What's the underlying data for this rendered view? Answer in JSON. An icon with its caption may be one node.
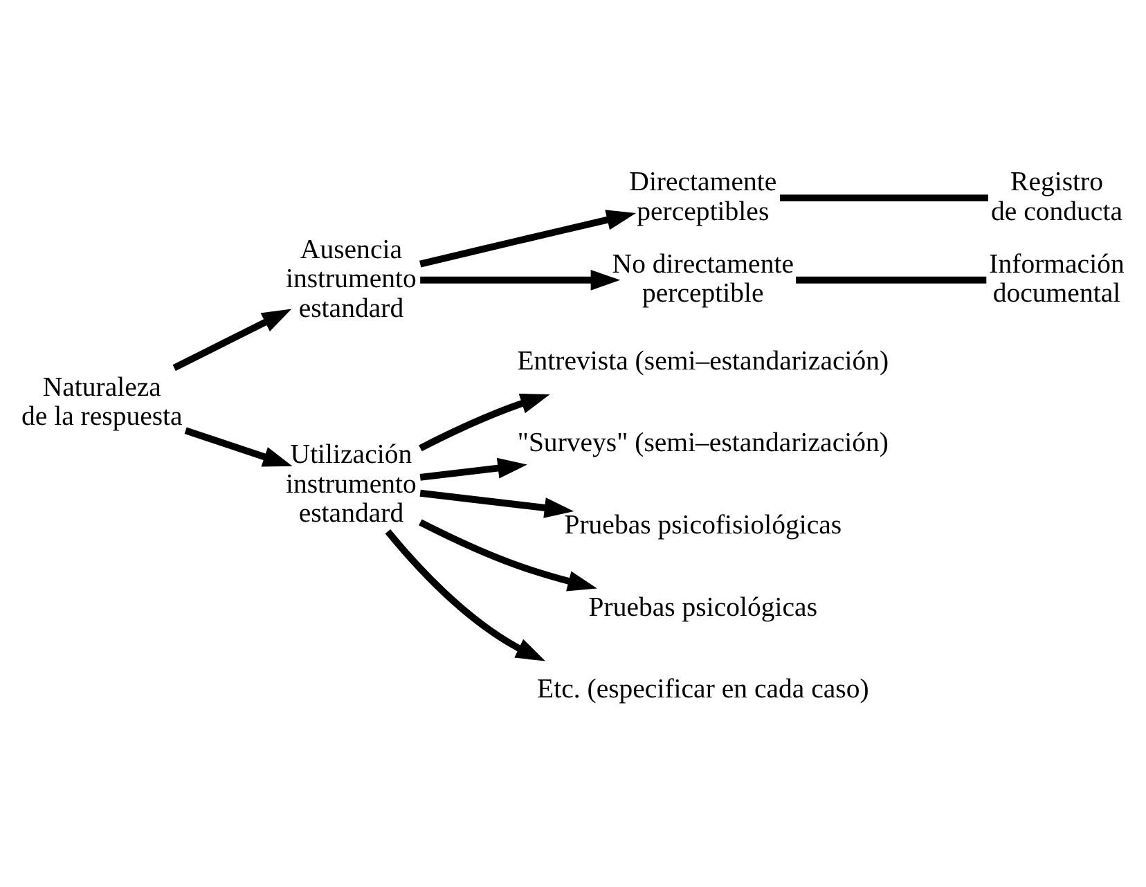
{
  "diagram": {
    "nodes": [
      {
        "text": [
          "Naturaleza de la respuesta"
        ]
      },
      {
        "text": [
          "Ausencia instrumento estandard"
        ]
      },
      {
        "text": [
          "Directamente perceptibles"
        ]
      },
      {
        "text": [
          "Registro de conducta"
        ]
      },
      {
        "text": [
          "No directamente perceptible"
        ]
      },
      {
        "text": [
          "Información documental"
        ]
      },
      {
        "text": [
          "Utilización instrumento estandard"
        ]
      },
      {
        "text": [
          "Entrevista (semi–estandarización)"
        ]
      },
      {
        "text": [
          "\"Surveys\" (semi–estandarización)"
        ]
      },
      {
        "text": [
          "Pruebas psicofisiológicas"
        ]
      },
      {
        "text": [
          "Pruebas psicológicas"
        ]
      },
      {
        "text": [
          "Etc. (especificar en cada caso)"
        ]
      }
    ],
    "edges": [
      {
        "from": 0,
        "to": 1,
        "arrow": "to"
      },
      {
        "from": 1,
        "to": 2,
        "arrow": "to"
      },
      {
        "from": 2,
        "to": 3,
        "arrow": "none"
      },
      {
        "from": 1,
        "to": 4,
        "arrow": "to"
      },
      {
        "from": 4,
        "to": 5,
        "arrow": "none"
      },
      {
        "from": 0,
        "to": 6,
        "arrow": "to"
      },
      {
        "from": 6,
        "to": 7,
        "arrow": "to"
      },
      {
        "from": 6,
        "to": 8,
        "arrow": "to"
      },
      {
        "from": 6,
        "to": 9,
        "arrow": "to"
      },
      {
        "from": 6,
        "to": 10,
        "arrow": "to"
      },
      {
        "from": 6,
        "to": 11,
        "arrow": "to"
      }
    ]
  }
}
